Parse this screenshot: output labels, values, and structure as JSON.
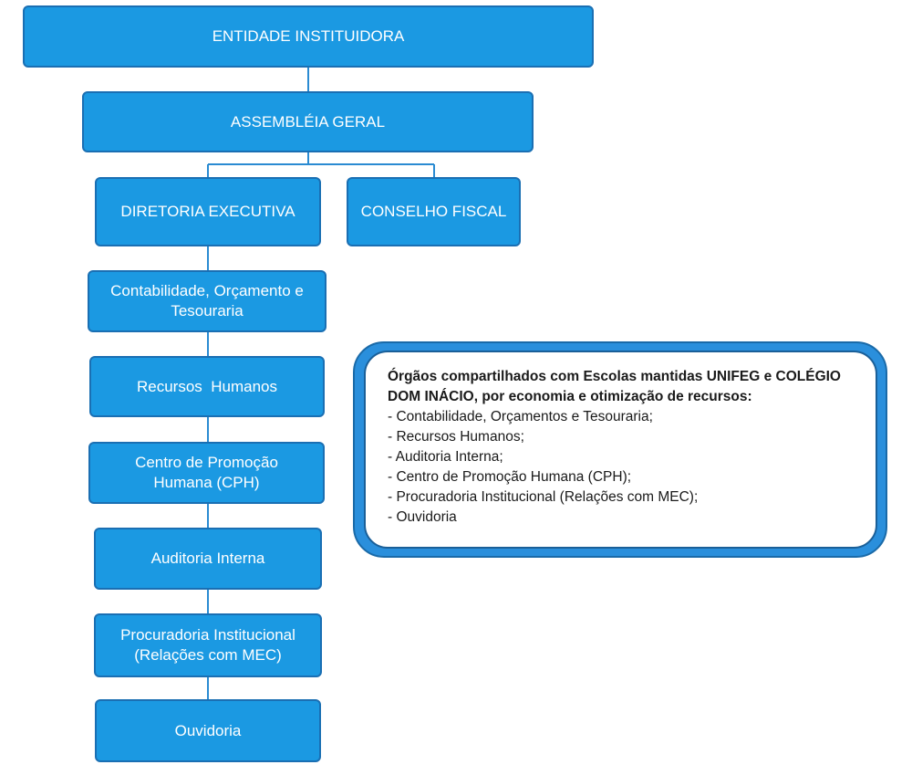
{
  "org": {
    "entidade": "ENTIDADE INSTITUIDORA",
    "assembleia": "ASSEMBLÉIA GERAL",
    "diretoria": "DIRETORIA EXECUTIVA",
    "conselho": "CONSELHO FISCAL",
    "contabilidade": [
      "Contabilidade, Orçamento e",
      "Tesouraria"
    ],
    "recursos_humanos": "Recursos  Humanos",
    "cph": [
      "Centro de Promoção",
      "Humana (CPH)"
    ],
    "auditoria": "Auditoria Interna",
    "procuradoria": [
      "Procuradoria Institucional",
      "(Relações com MEC)"
    ],
    "ouvidoria": "Ouvidoria"
  },
  "note": {
    "heading_lines": [
      "Órgãos compartilhados com Escolas mantidas UNIFEG e COLÉGIO",
      "DOM INÁCIO, por economia e otimização de recursos:"
    ],
    "items": [
      "- Contabilidade, Orçamentos e Tesouraria;",
      "- Recursos Humanos;",
      "- Auditoria Interna;",
      "- Centro de Promoção Humana (CPH);",
      "- Procuradoria Institucional (Relações com MEC);",
      "- Ouvidoria"
    ]
  },
  "colors": {
    "box_fill": "#1b99e2",
    "box_border": "#1a6fb3",
    "connector": "#2a8bd2",
    "note_frame": "#2a8fdc"
  }
}
